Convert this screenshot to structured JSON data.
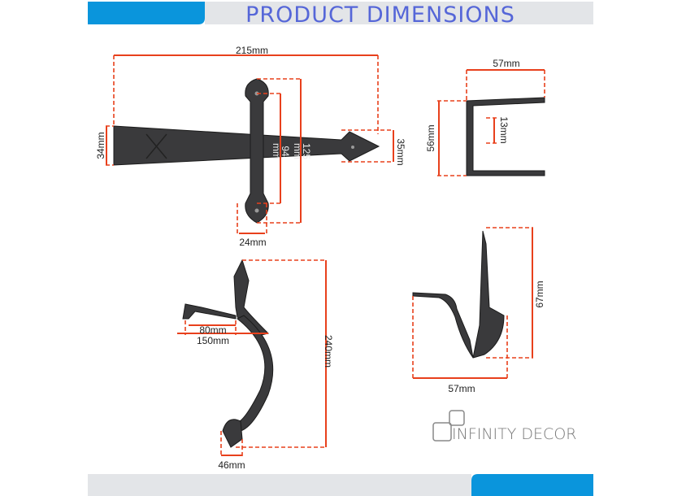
{
  "header": {
    "title": "PRODUCT  DIMENSIONS"
  },
  "brand": {
    "name": "INFINITY DECOR"
  },
  "colors": {
    "accent_blue": "#0a95dc",
    "bar_grey": "#e3e5e8",
    "dimension_red": "#e8401c",
    "title_blue": "#5566d8"
  },
  "hinge": {
    "length": "215mm",
    "height_left": "34mm",
    "height_right": "35mm",
    "strap_outer": "125",
    "strap_outer_unit": "mm",
    "strap_inner": "94",
    "strap_inner_unit": "mm",
    "strap_width": "24mm"
  },
  "staple": {
    "width": "57mm",
    "height": "56mm",
    "gap": "13mm"
  },
  "handle": {
    "inner": "80mm",
    "outer": "150mm",
    "height": "240mm",
    "base": "46mm"
  },
  "latch": {
    "height": "67mm",
    "width": "57mm"
  }
}
